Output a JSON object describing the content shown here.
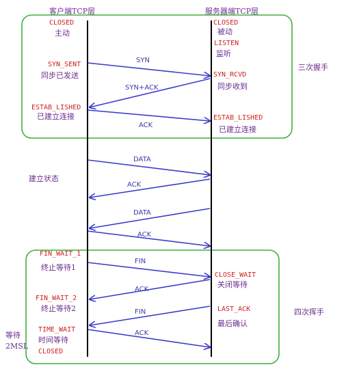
{
  "headers": {
    "client": "客户端TCP层",
    "server": "服务器端TCP层"
  },
  "sections": {
    "handshake": "三次握手",
    "established": "建立状态",
    "teardown": "四次挥手"
  },
  "client_labels": {
    "closed": "CLOSED",
    "active": "主动",
    "syn_sent": "SYN_SENT",
    "syn_sent_desc": "同步已发送",
    "established": "ESTAB_LISHED",
    "established_desc": "已建立连接",
    "fin_wait_1": "FIN_WAIT_1",
    "fin_wait_1_desc": "终止等待1",
    "fin_wait_2": "FIN_WAIT_2",
    "fin_wait_2_desc": "终止等待2",
    "time_wait": "TIME_WAIT",
    "time_wait_desc": "时间等待",
    "closed_end": "CLOSED",
    "wait_2msl_1": "等待",
    "wait_2msl_2": "2MSL"
  },
  "server_labels": {
    "closed": "CLOSED",
    "passive": "被动",
    "listen": "LISTEN",
    "listen_desc": "监听",
    "syn_rcvd": "SYN_RCVD",
    "syn_rcvd_desc": "同步收到",
    "established": "ESTAB_LISHED",
    "established_desc": "已建立连接",
    "close_wait": "CLOSE_WAIT",
    "close_wait_desc": "关闭等待",
    "last_ack": "LAST_ACK",
    "last_ack_desc": "最后确认"
  },
  "messages": {
    "syn": "SYN",
    "syn_ack": "SYN+ACK",
    "ack_1": "ACK",
    "data_1": "DATA",
    "ack_2": "ACK",
    "data_2": "DATA",
    "ack_3": "ACK",
    "fin_1": "FIN",
    "ack_4": "ACK",
    "fin_2": "FIN",
    "ack_5": "ACK"
  },
  "colors": {
    "state": "#cc1f1f",
    "description": "#6a2c8c",
    "arrow": "#3a3acc",
    "box": "#3fae3f"
  }
}
